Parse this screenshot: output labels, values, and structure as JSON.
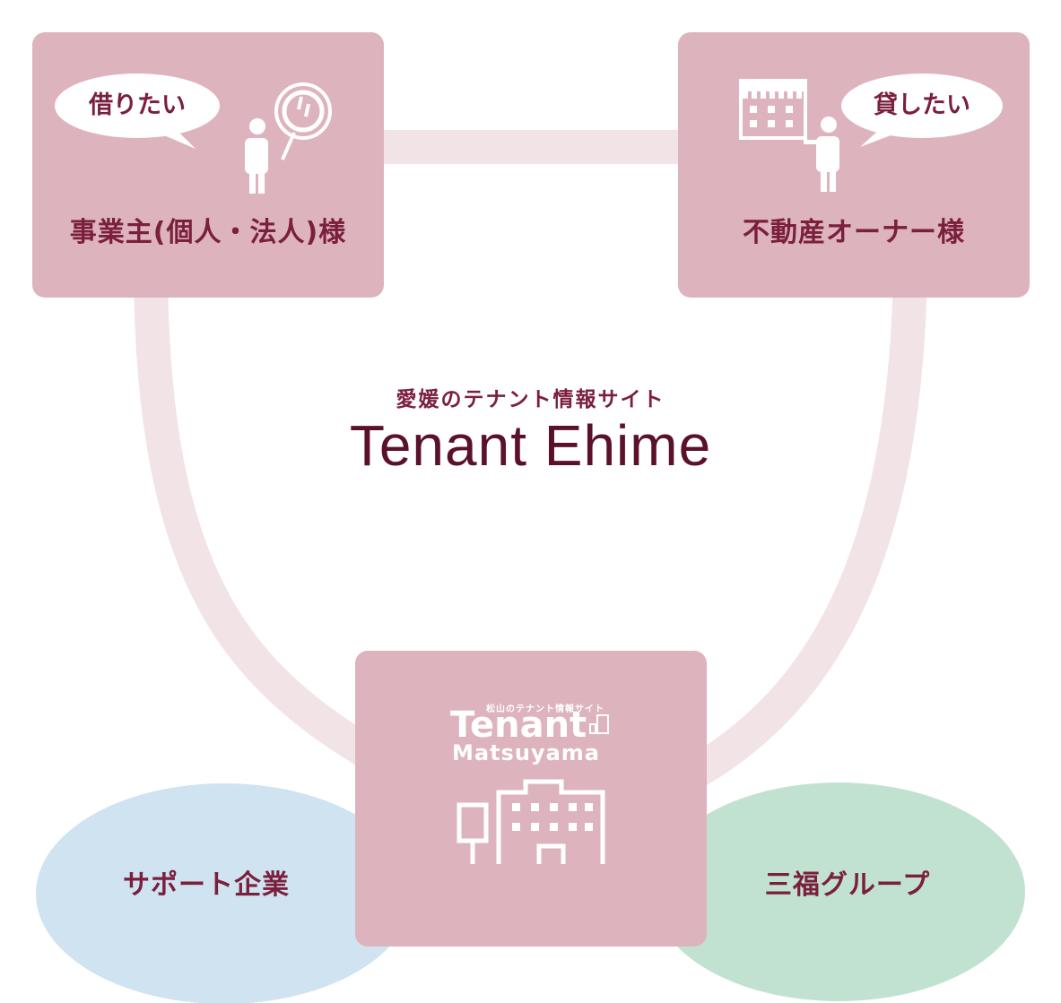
{
  "renter": {
    "bubble": "借りたい",
    "label": "事業主(個人・法人)様"
  },
  "owner": {
    "bubble": "貸したい",
    "label": "不動産オーナー様"
  },
  "center": {
    "subtitle": "愛媛のテナント情報サイト",
    "title": "Tenant Ehime"
  },
  "matsuyama": {
    "tagline": "松山のテナント情報サイト",
    "logo_line1": "Tenant",
    "logo_line2": "Matsuyama"
  },
  "support": {
    "label": "サポート企業",
    "color": "#cfe3f1"
  },
  "group": {
    "label": "三福グループ",
    "color": "#c2e2d1"
  },
  "colors": {
    "box": "#ddb4bd",
    "connector": "#f1e3e6",
    "text": "#7a1f3c",
    "title": "#5a1129"
  },
  "icons": [
    "speech-bubble-icon",
    "person-icon",
    "magnifier-icon",
    "shop-icon",
    "building-icon"
  ]
}
